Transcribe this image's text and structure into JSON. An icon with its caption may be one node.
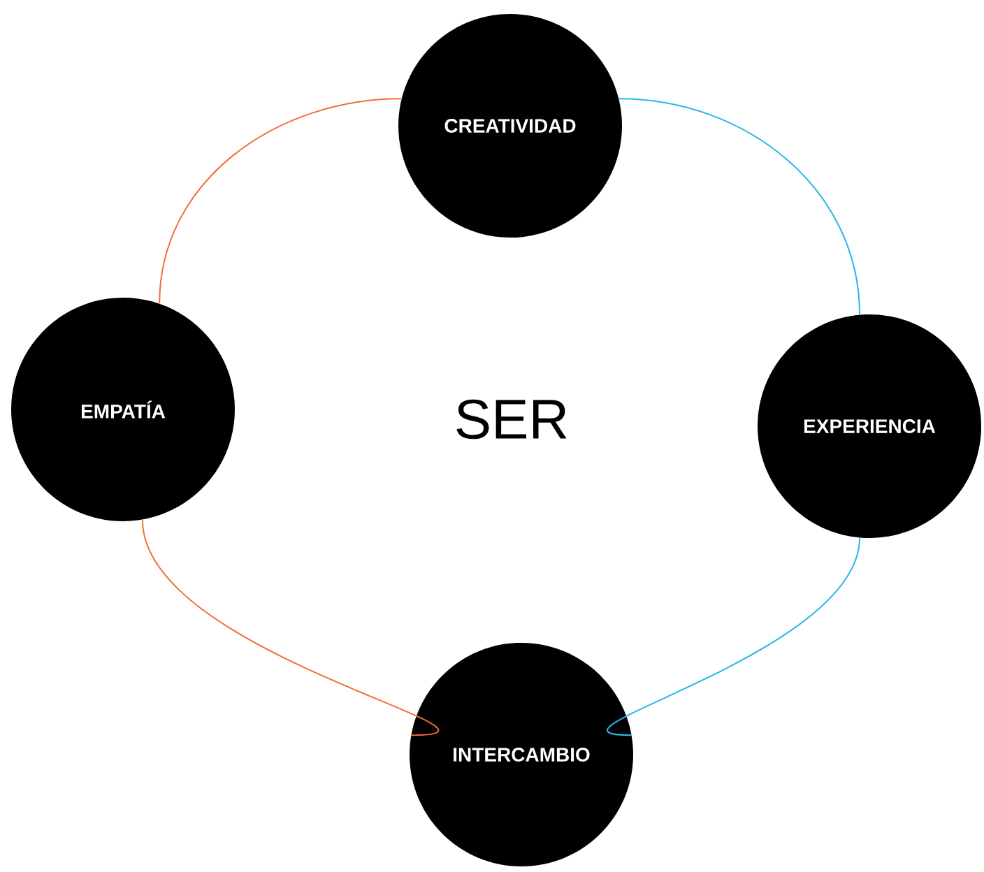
{
  "diagram": {
    "nodes": [
      {
        "text": [
          "CREATIVIDAD"
        ]
      },
      {
        "text": [
          "EMPATÍA"
        ]
      },
      {
        "text": [
          "EXPERIENCIA"
        ]
      },
      {
        "text": [
          "INTERCAMBIO"
        ]
      }
    ],
    "edges": [
      {
        "from": 0,
        "to": 1,
        "arrow": "none",
        "color": "#f26b3a"
      },
      {
        "from": 1,
        "to": 3,
        "arrow": "none",
        "color": "#f26b3a"
      },
      {
        "from": 0,
        "to": 2,
        "arrow": "none",
        "color": "#29b6e8"
      },
      {
        "from": 2,
        "to": 3,
        "arrow": "none",
        "color": "#29b6e8"
      }
    ],
    "labels": [
      "SER"
    ]
  }
}
